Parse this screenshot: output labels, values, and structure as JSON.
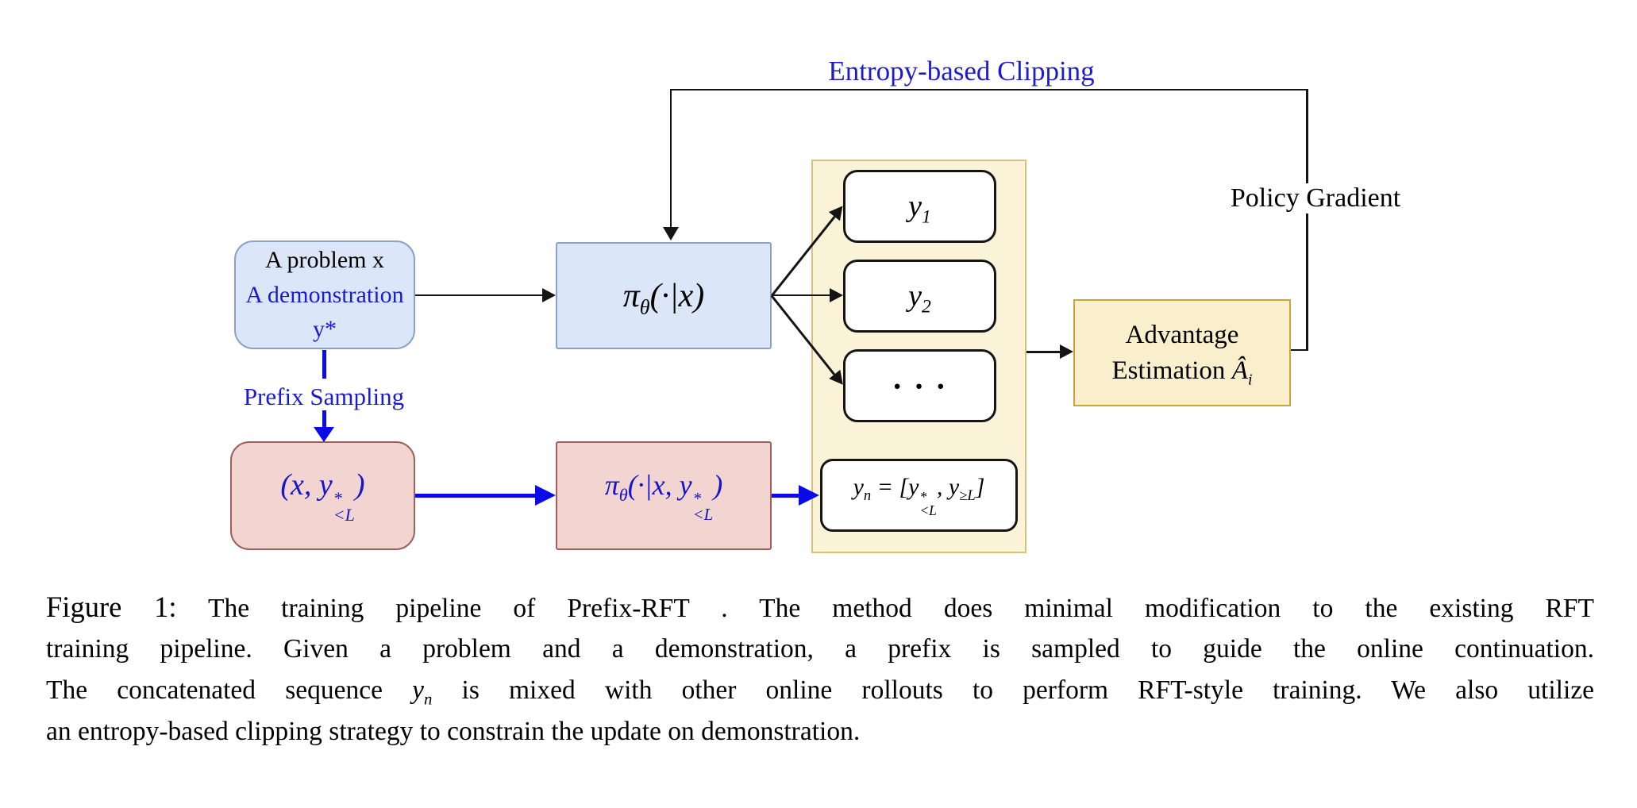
{
  "diagram": {
    "labels": {
      "entropy_clipping": "Entropy-based Clipping",
      "policy_gradient": "Policy Gradient",
      "prefix_sampling": "Prefix Sampling"
    },
    "boxes": {
      "problem": {
        "line1": "A problem x",
        "line2": "A demonstration y*"
      },
      "policy_online": {
        "math": "π_[θ](·|x)"
      },
      "rollout_1": {
        "math": "y_[1]"
      },
      "rollout_2": {
        "math": "y_[2]"
      },
      "rollout_dots": {
        "text": "· · ·"
      },
      "rollout_n": {
        "math": "y_[n] = [y^[*]_[<L], y_[≥L]]"
      },
      "advantage": {
        "line1": "Advantage",
        "line2_text": "Estimation ",
        "line2_math": "Â_[i]"
      },
      "prefix_pair": {
        "math": "(x, y^[*]_[<L])"
      },
      "policy_prefix": {
        "math": "π_[θ](·|x, y^[*]_[<L])"
      }
    },
    "colors": {
      "blue_box_fill": "#dbe7f8",
      "blue_box_border": "#8aa2c8",
      "red_box_fill": "#f2d4d0",
      "red_box_border": "#9d615d",
      "rollouts_fill": "#fbf3d7",
      "rollouts_border": "#d8bf7e",
      "advantage_fill": "#faefcc",
      "advantage_border": "#c9a43a",
      "label_blue": "#1b1bd0",
      "arrow_blue": "#0b0bea",
      "line_black": "#141414"
    }
  },
  "caption": {
    "label": "Figure 1:",
    "line1_rest": " The training pipeline of Prefix-RFT . The method does minimal modification to the existing RFT",
    "line2": "training pipeline. Given a problem and a demonstration, a prefix is sampled to guide the online continuation.",
    "line3_pre": "The concatenated sequence ",
    "line3_math": "y_[n]",
    "line3_post": " is mixed with other online rollouts to perform RFT-style training. We also utilize",
    "line4": "an entropy-based clipping strategy to constrain the update on demonstration."
  }
}
